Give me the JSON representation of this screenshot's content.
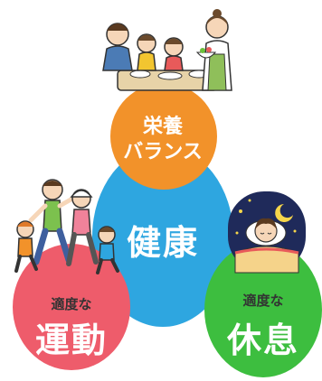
{
  "diagram": {
    "center": {
      "text": "健康",
      "color": "#2EA6E0"
    },
    "nutrition": {
      "line1": "栄養",
      "line2": "バランス",
      "color": "#F2922A"
    },
    "exercise": {
      "small": "適度な",
      "big": "運動",
      "color": "#EE5C6B"
    },
    "rest": {
      "small": "適度な",
      "big": "休息",
      "color": "#3DBE3F"
    }
  },
  "icons": {
    "dining": "family-dining-icon",
    "exercise": "family-running-icon",
    "rest": "sleeping-person-icon"
  }
}
